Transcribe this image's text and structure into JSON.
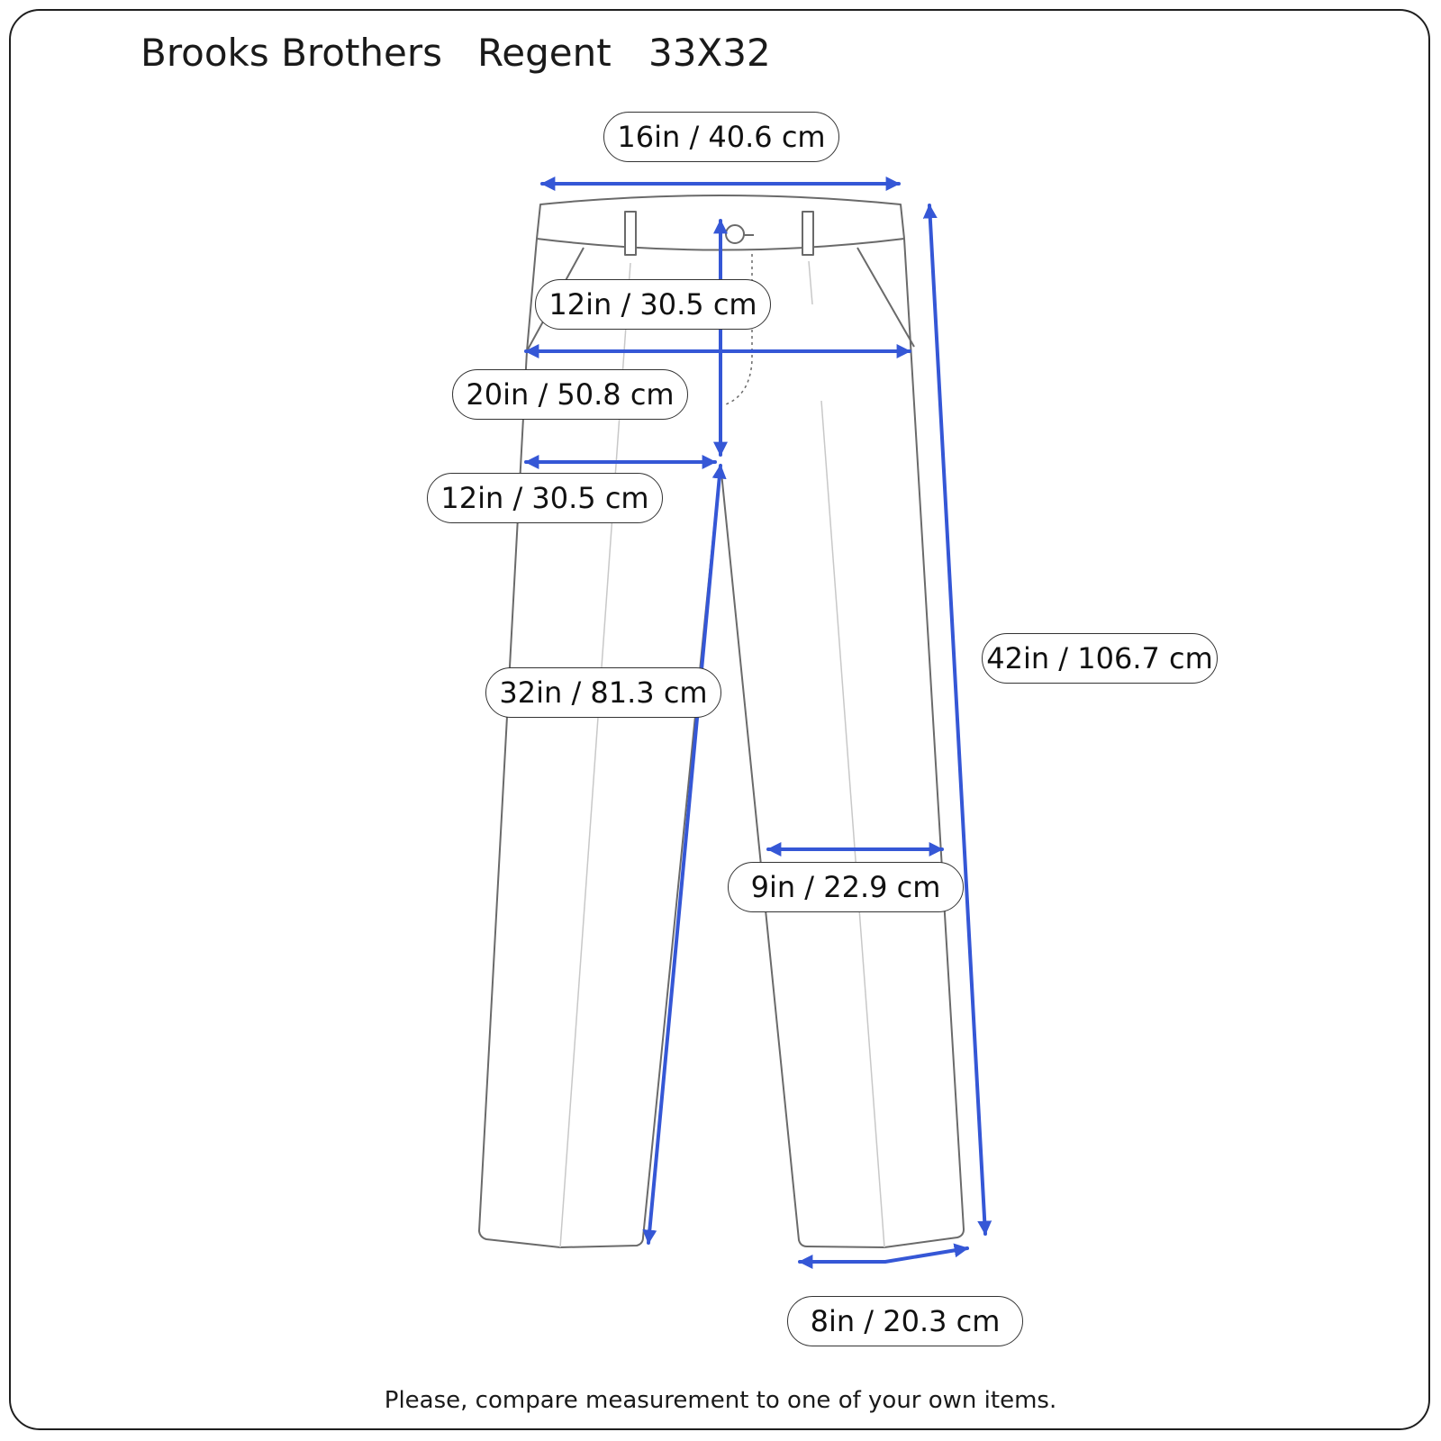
{
  "header": {
    "brand": "Brooks Brothers",
    "model": "Regent",
    "size": "33X32"
  },
  "measurements": {
    "waist": "16in / 40.6 cm",
    "front_rise": "12in / 30.5 cm",
    "hip": "20in / 50.8 cm",
    "thigh": "12in / 30.5 cm",
    "inseam": "32in / 81.3 cm",
    "outseam": "42in / 106.7 cm",
    "knee": "9in / 22.9 cm",
    "leg_opening": "8in / 20.3 cm"
  },
  "footer": {
    "note": "Please, compare measurement to one of your own items."
  },
  "colors": {
    "arrow": "#3557d6",
    "outline": "#6a6a6a",
    "crease": "#c8c8c8",
    "frame": "#1f1f1f"
  }
}
